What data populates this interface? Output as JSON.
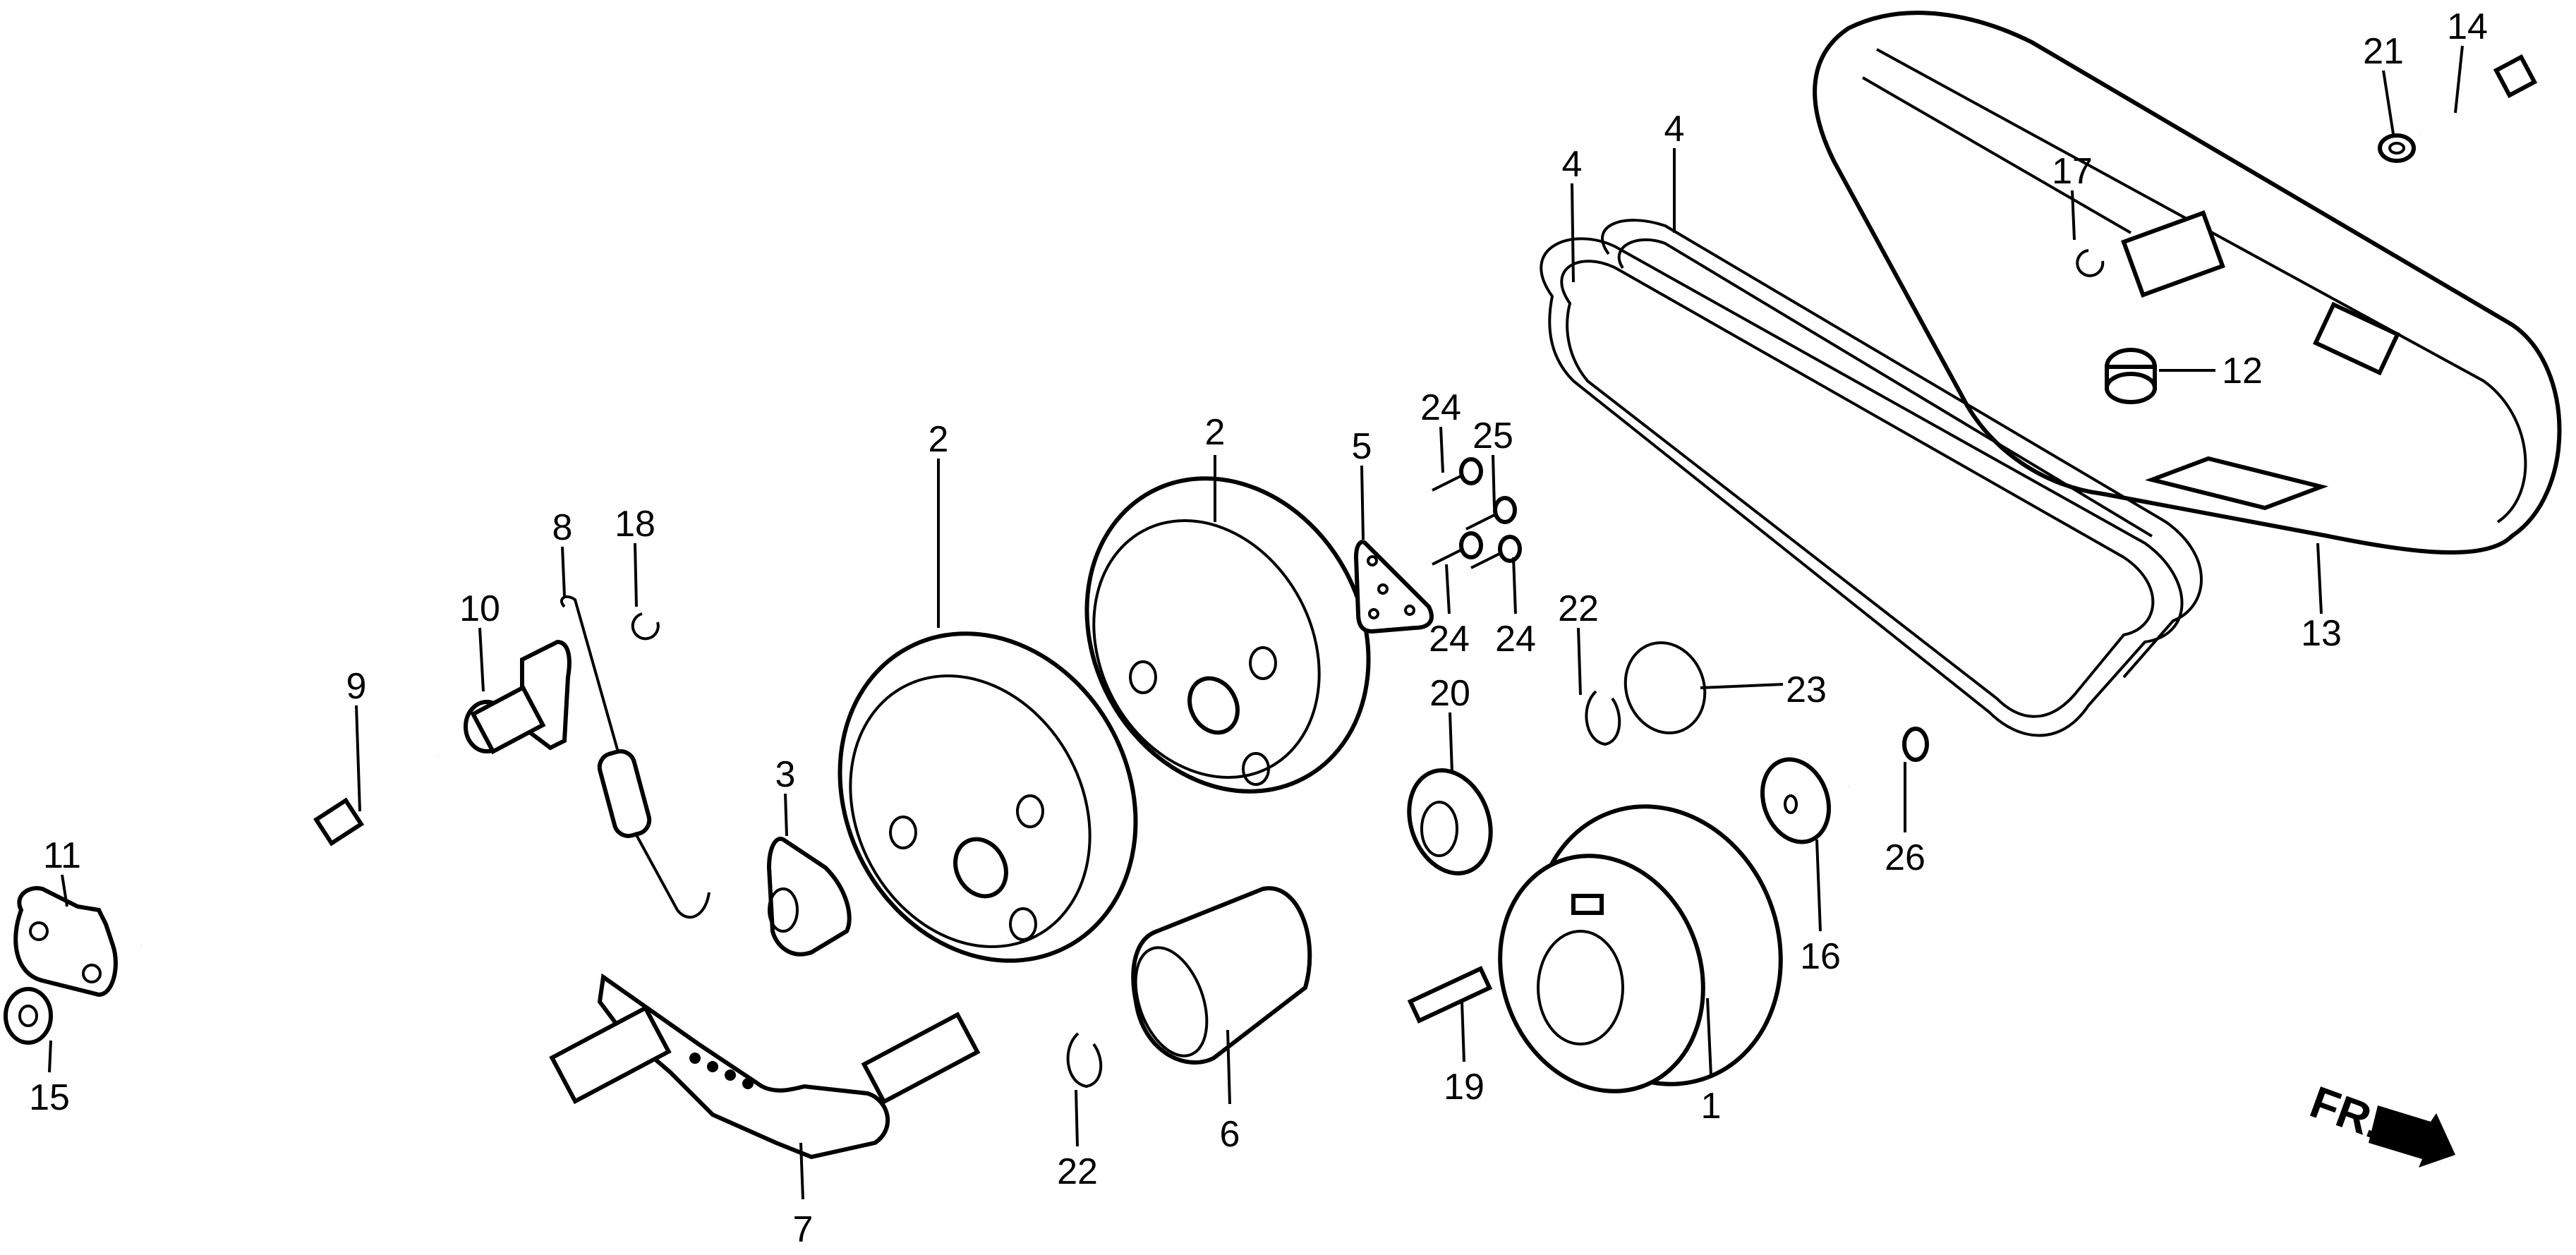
{
  "diagram": {
    "title": "Drive belt / pulley assembly exploded view",
    "direction_indicator": {
      "label": "FR.",
      "icon": "arrow-down-right-icon"
    },
    "callouts": [
      {
        "id": "c1",
        "label": "1"
      },
      {
        "id": "c2a",
        "label": "2"
      },
      {
        "id": "c2b",
        "label": "2"
      },
      {
        "id": "c3",
        "label": "3"
      },
      {
        "id": "c4a",
        "label": "4"
      },
      {
        "id": "c4b",
        "label": "4"
      },
      {
        "id": "c5",
        "label": "5"
      },
      {
        "id": "c6",
        "label": "6"
      },
      {
        "id": "c7",
        "label": "7"
      },
      {
        "id": "c8",
        "label": "8"
      },
      {
        "id": "c9",
        "label": "9"
      },
      {
        "id": "c10",
        "label": "10"
      },
      {
        "id": "c11",
        "label": "11"
      },
      {
        "id": "c12",
        "label": "12"
      },
      {
        "id": "c13",
        "label": "13"
      },
      {
        "id": "c14",
        "label": "14"
      },
      {
        "id": "c15",
        "label": "15"
      },
      {
        "id": "c16",
        "label": "16"
      },
      {
        "id": "c17",
        "label": "17"
      },
      {
        "id": "c18",
        "label": "18"
      },
      {
        "id": "c19",
        "label": "19"
      },
      {
        "id": "c20",
        "label": "20"
      },
      {
        "id": "c21",
        "label": "21"
      },
      {
        "id": "c22a",
        "label": "22"
      },
      {
        "id": "c22b",
        "label": "22"
      },
      {
        "id": "c23",
        "label": "23"
      },
      {
        "id": "c24a",
        "label": "24"
      },
      {
        "id": "c24b",
        "label": "24"
      },
      {
        "id": "c24c",
        "label": "24"
      },
      {
        "id": "c25",
        "label": "25"
      },
      {
        "id": "c26",
        "label": "26"
      }
    ],
    "parts": [
      {
        "ref": "1",
        "name": "drive-pulley"
      },
      {
        "ref": "2",
        "name": "driven-pulley"
      },
      {
        "ref": "3",
        "name": "splined-flange"
      },
      {
        "ref": "4",
        "name": "v-belt"
      },
      {
        "ref": "5",
        "name": "triangular-plate"
      },
      {
        "ref": "6",
        "name": "collar"
      },
      {
        "ref": "7",
        "name": "tension-arm"
      },
      {
        "ref": "8",
        "name": "tension-spring"
      },
      {
        "ref": "9",
        "name": "adjusting-rod"
      },
      {
        "ref": "10",
        "name": "rod-holder"
      },
      {
        "ref": "11",
        "name": "rod-plate"
      },
      {
        "ref": "12",
        "name": "rubber-plug"
      },
      {
        "ref": "13",
        "name": "belt-cover"
      },
      {
        "ref": "14",
        "name": "flange-bolt"
      },
      {
        "ref": "15",
        "name": "flange-nut"
      },
      {
        "ref": "16",
        "name": "washer"
      },
      {
        "ref": "17",
        "name": "e-clip"
      },
      {
        "ref": "18",
        "name": "e-clip"
      },
      {
        "ref": "19",
        "name": "key"
      },
      {
        "ref": "20",
        "name": "bearing"
      },
      {
        "ref": "21",
        "name": "washer"
      },
      {
        "ref": "22",
        "name": "circlip"
      },
      {
        "ref": "23",
        "name": "snap-ring"
      },
      {
        "ref": "24",
        "name": "bolt"
      },
      {
        "ref": "25",
        "name": "bolt"
      },
      {
        "ref": "26",
        "name": "bolt"
      }
    ]
  }
}
